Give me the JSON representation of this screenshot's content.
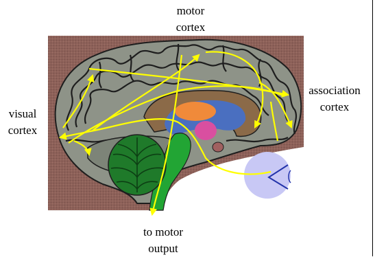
{
  "labels": {
    "motor_cortex": {
      "line1": "motor",
      "line2": "cortex"
    },
    "association_cortex": {
      "line1": "association",
      "line2": "cortex"
    },
    "visual_cortex": {
      "line1": "visual",
      "line2": "cortex"
    },
    "motor_output": {
      "line1": "to motor",
      "line2": "output"
    }
  },
  "colors": {
    "background_panel": "#8a5f58",
    "brain_outer": "#8a8f82",
    "gyri_line": "#1e1e1e",
    "pathway": "#ffff00",
    "cerebellum": "#1f7a2a",
    "brainstem": "#22a534",
    "limbic_blue": "#4a6fc0",
    "thalamus_orange": "#f08a3a",
    "pituitary_pink": "#d94fa0",
    "eye_circle": "#c8c8f5",
    "eye_lens": "#2233aa"
  }
}
